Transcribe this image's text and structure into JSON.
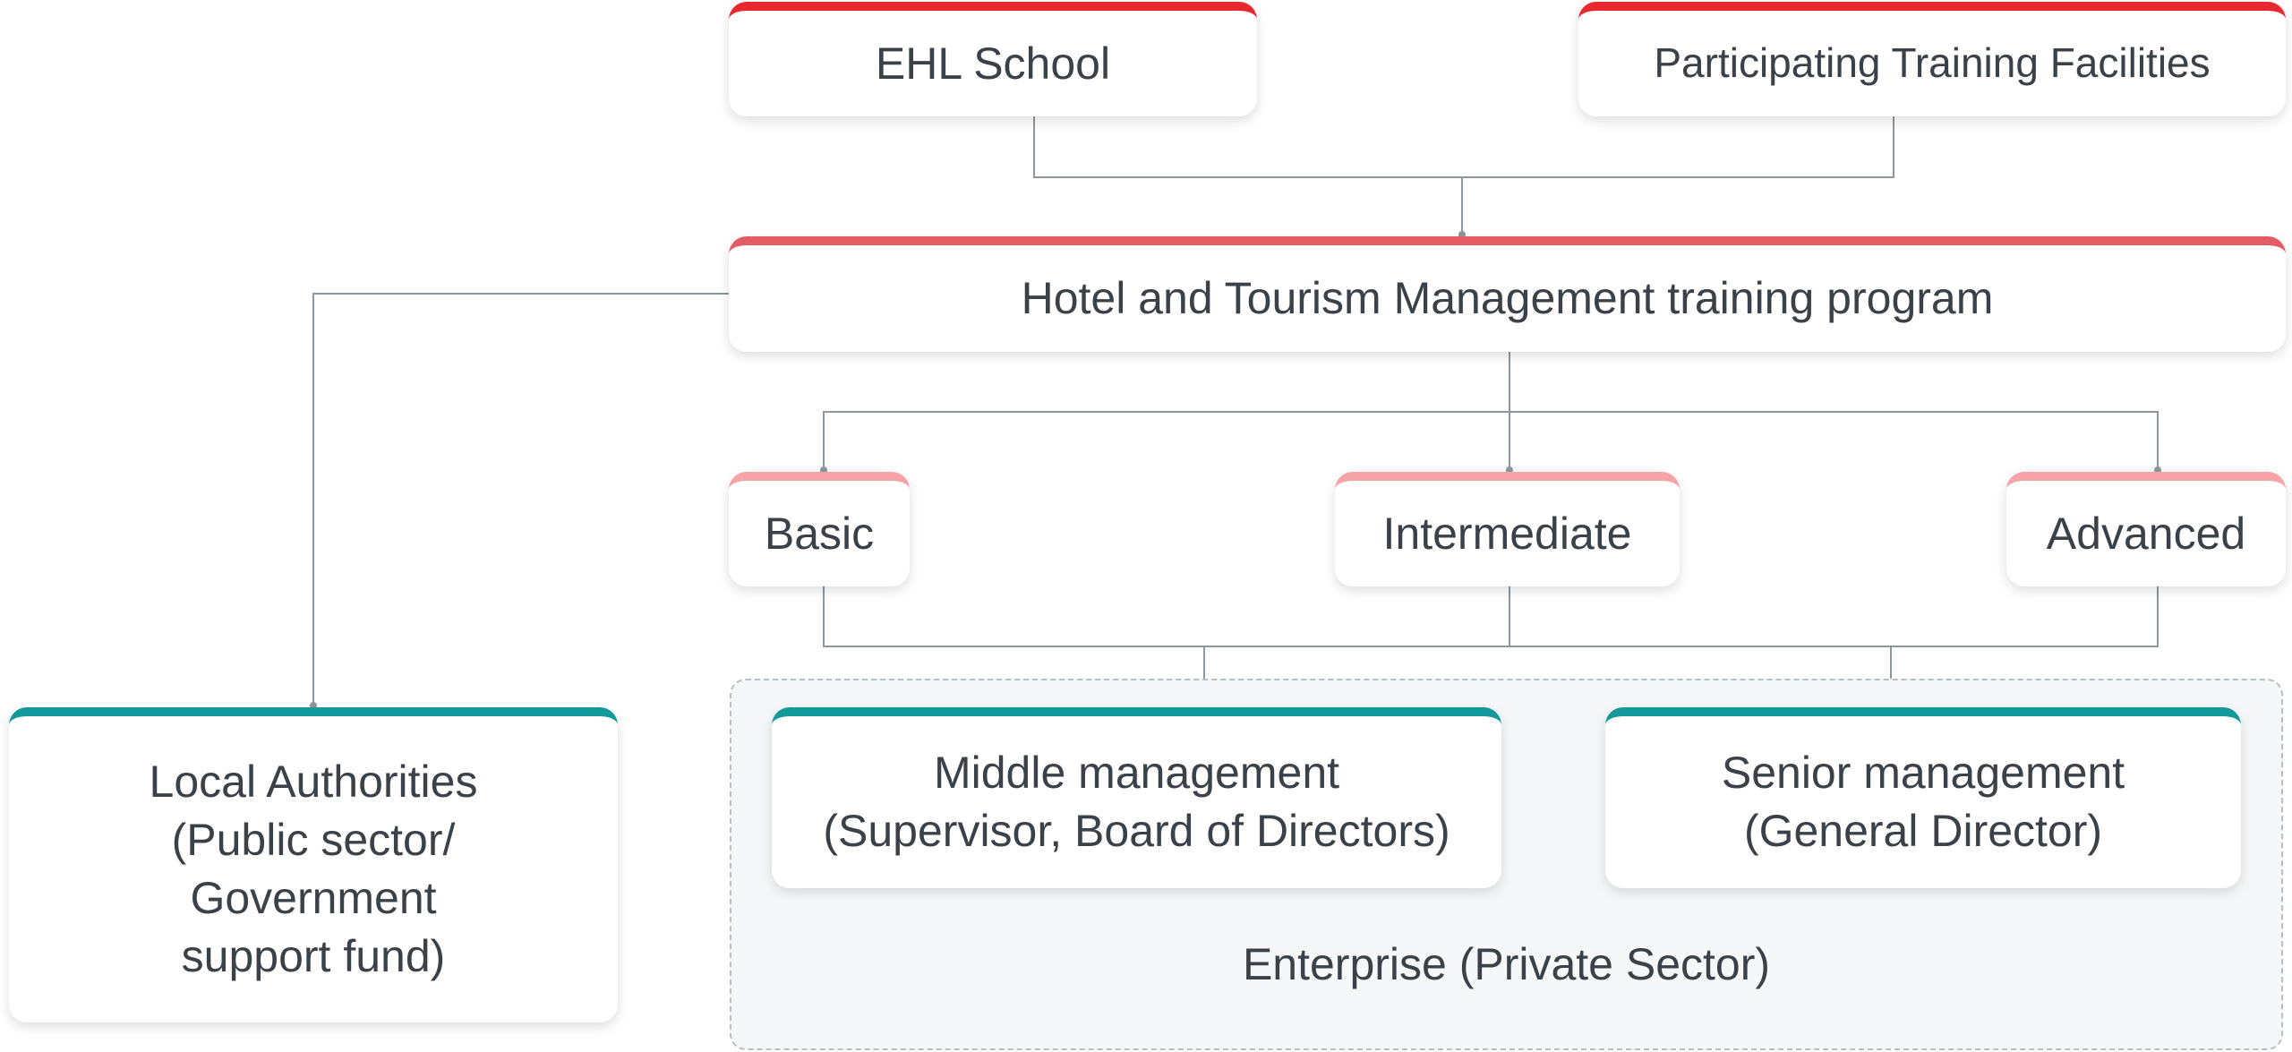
{
  "colors": {
    "top_accent": "#e8282f",
    "program_accent": "#e45c63",
    "level_accent": "#f6a3a8",
    "outcome_accent": "#14999b",
    "connector": "#8e969e",
    "enterprise_bg": "#f6f7f8"
  },
  "nodes": {
    "ehl_school": "EHL School",
    "training_facilities": "Participating Training Facilities",
    "program": "Hotel and Tourism Management training program",
    "basic": "Basic",
    "intermediate": "Intermediate",
    "advanced": "Advanced",
    "local_authorities": [
      "Local Authorities",
      "(Public sector/",
      "Government",
      "support fund)"
    ],
    "middle_management": [
      "Middle management",
      "(Supervisor, Board of Directors)"
    ],
    "senior_management": [
      "Senior management",
      "(General Director)"
    ],
    "enterprise": "Enterprise (Private Sector)"
  }
}
